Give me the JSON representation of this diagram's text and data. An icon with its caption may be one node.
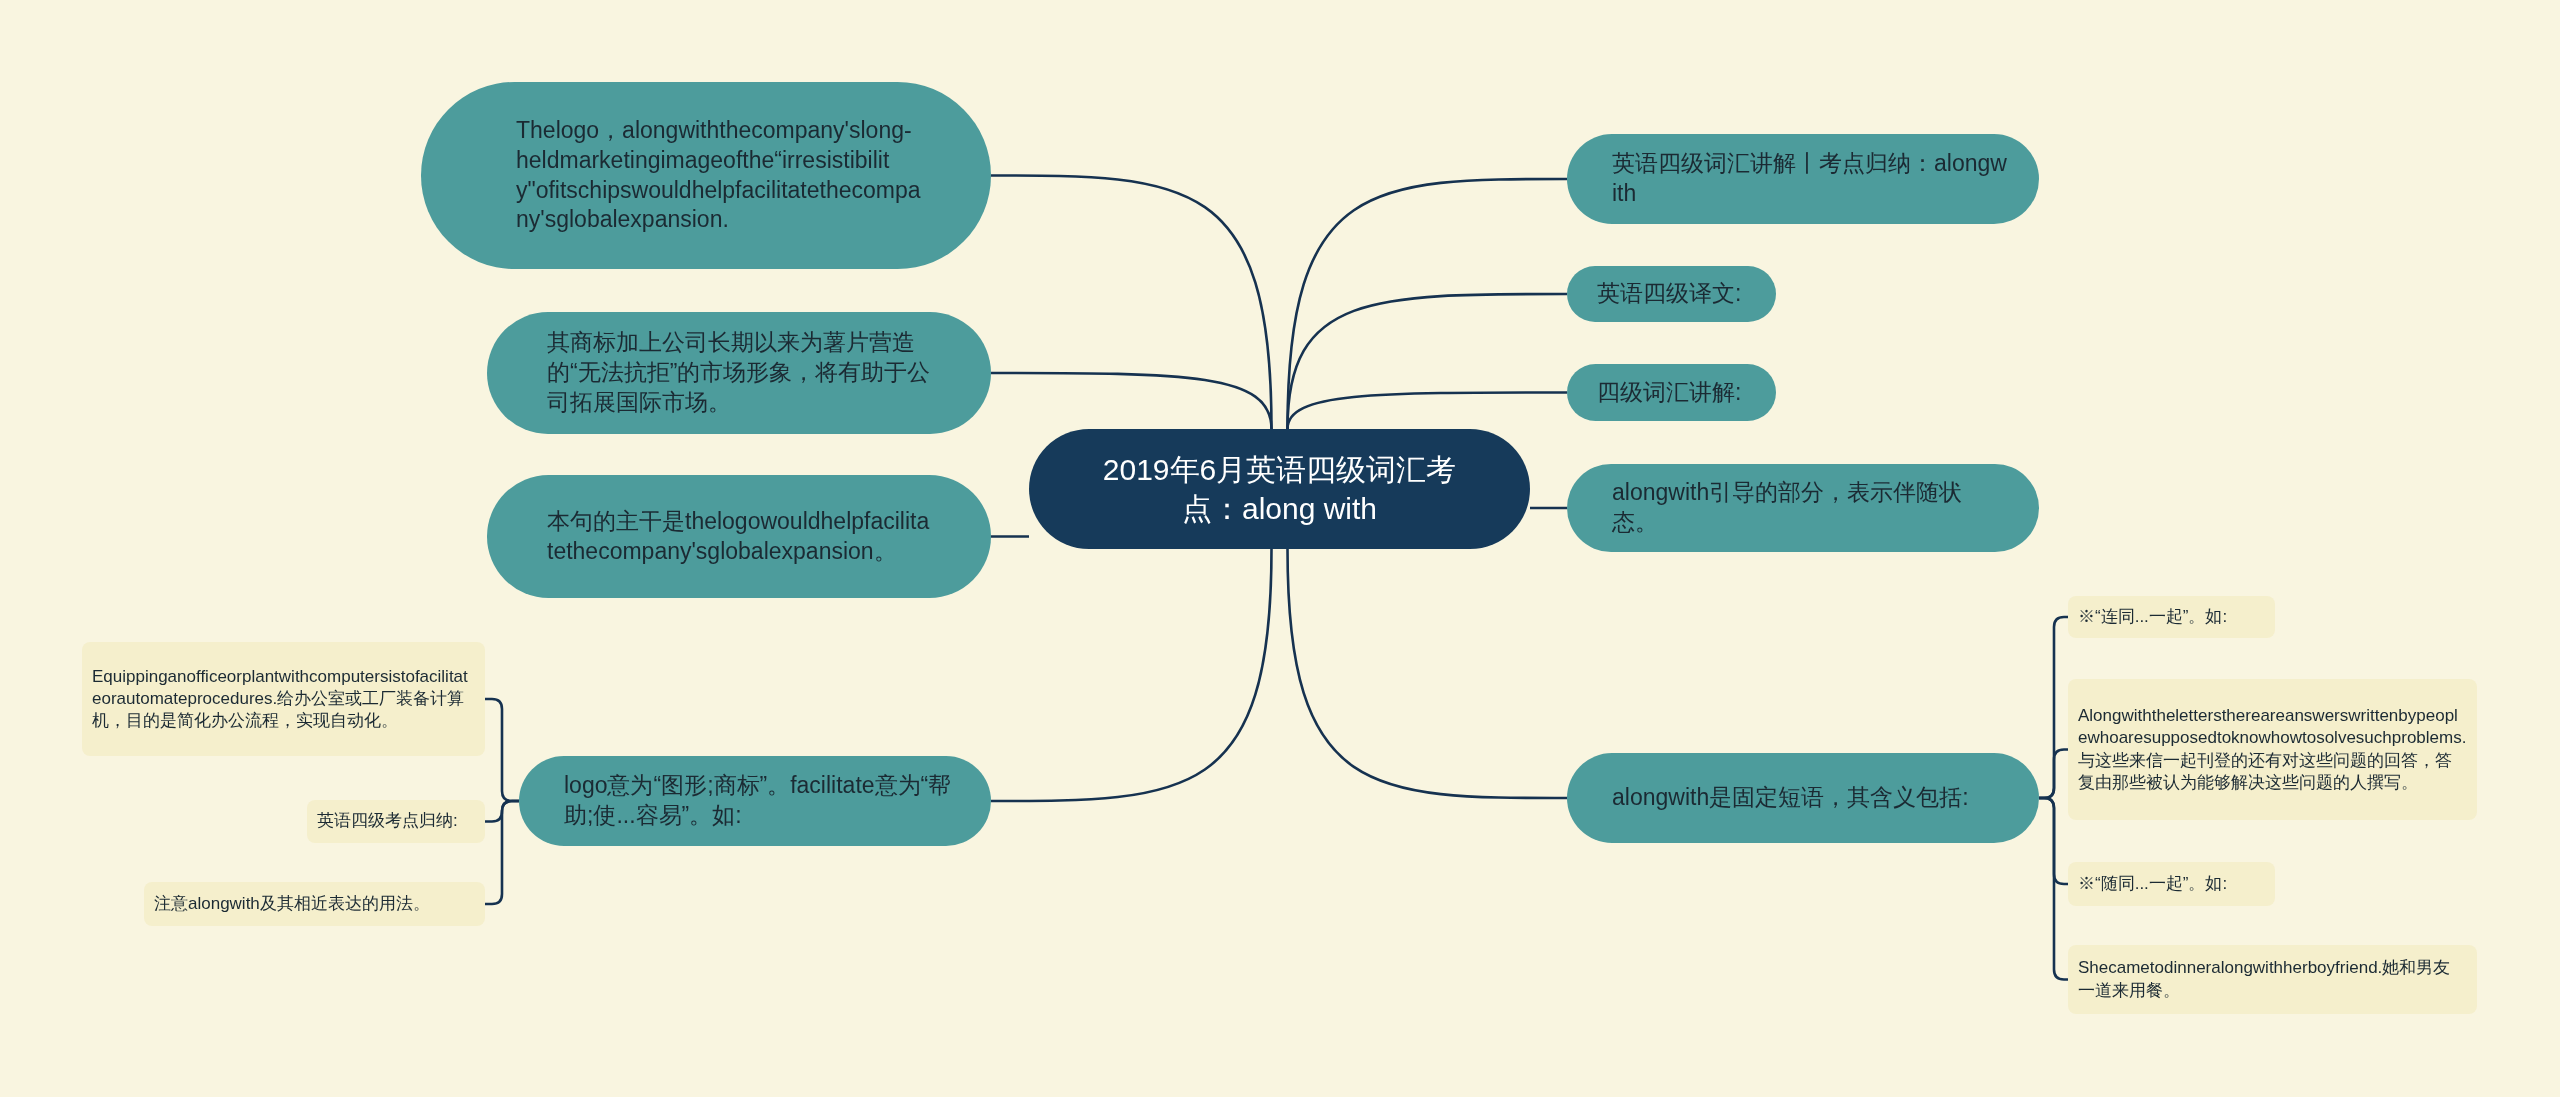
{
  "diagram": {
    "nodes": [
      {
        "text": [
          "2019年6月英语四级词汇考点：along with"
        ]
      },
      {
        "text": [
          "Thelogo，alongwiththecompany'slong-heldmarketingimageofthe“irresistibility\"ofitschipswouldhelpfacilitatethecompany'sglobalexpansion."
        ]
      },
      {
        "text": [
          "其商标加上公司长期以来为薯片营造的“无法抗拒”的市场形象，将有助于公司拓展国际市场。"
        ]
      },
      {
        "text": [
          "本句的主干是thelogowouldhelpfacilitatethecompany'sglobalexpansion。"
        ]
      },
      {
        "text": [
          "logo意为“图形;商标”。facilitate意为“帮助;使...容易”。如:"
        ]
      },
      {
        "text": [
          "Equippinganofficeorplantwithcomputersistofacilitateorautomateprocedures.给办公室或工厂装备计算机，目的是简化办公流程，实现自动化。"
        ]
      },
      {
        "text": [
          "英语四级考点归纳:"
        ]
      },
      {
        "text": [
          "注意alongwith及其相近表达的用法。"
        ]
      },
      {
        "text": [
          "英语四级词汇讲解丨考点归纳：alongwith"
        ]
      },
      {
        "text": [
          "英语四级译文:"
        ]
      },
      {
        "text": [
          "四级词汇讲解:"
        ]
      },
      {
        "text": [
          "alongwith引导的部分，表示伴随状态。"
        ]
      },
      {
        "text": [
          "alongwith是固定短语，其含义包括:"
        ]
      },
      {
        "text": [
          "※“连同...一起”。如:"
        ]
      },
      {
        "text": [
          "Alongwiththelettersthereareanswerswrittenbypeoplewhoaresupposedtoknowhowtosolvesuchproblems.与这些来信一起刊登的还有对这些问题的回答，答复由那些被认为能够解决这些问题的人撰写。"
        ]
      },
      {
        "text": [
          "※“随同...一起”。如:"
        ]
      },
      {
        "text": [
          "Shecametodinneralongwithherboyfriend.她和男友一道来用餐。"
        ]
      }
    ],
    "edges": [
      {
        "from": 0,
        "to": 1,
        "arrow": "none"
      },
      {
        "from": 0,
        "to": 2,
        "arrow": "none"
      },
      {
        "from": 0,
        "to": 3,
        "arrow": "none"
      },
      {
        "from": 0,
        "to": 4,
        "arrow": "none"
      },
      {
        "from": 4,
        "to": 5,
        "arrow": "none"
      },
      {
        "from": 4,
        "to": 6,
        "arrow": "none"
      },
      {
        "from": 4,
        "to": 7,
        "arrow": "none"
      },
      {
        "from": 0,
        "to": 8,
        "arrow": "none"
      },
      {
        "from": 0,
        "to": 9,
        "arrow": "none"
      },
      {
        "from": 0,
        "to": 10,
        "arrow": "none"
      },
      {
        "from": 0,
        "to": 11,
        "arrow": "none"
      },
      {
        "from": 0,
        "to": 12,
        "arrow": "none"
      },
      {
        "from": 12,
        "to": 13,
        "arrow": "none"
      },
      {
        "from": 12,
        "to": 14,
        "arrow": "none"
      },
      {
        "from": 12,
        "to": 15,
        "arrow": "none"
      },
      {
        "from": 12,
        "to": 16,
        "arrow": "none"
      }
    ]
  }
}
